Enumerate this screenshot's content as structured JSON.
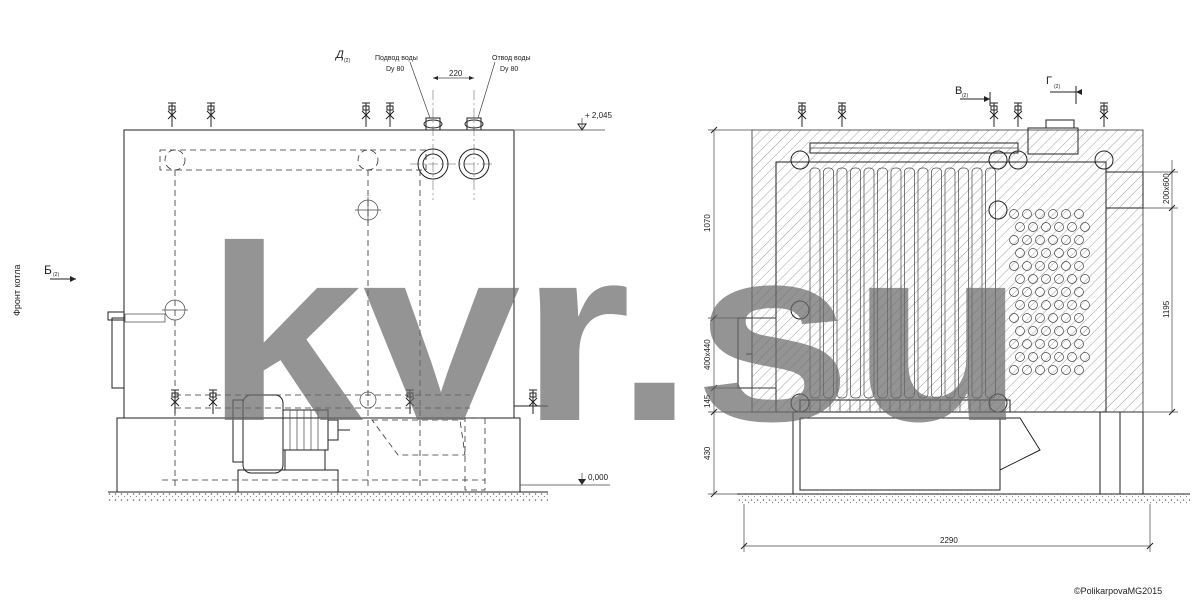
{
  "front_view": {
    "section_marker_d": "Д",
    "section_marker_d_sub": "(2)",
    "water_inlet_label": "Подвод воды",
    "water_inlet_size": "Dy 80",
    "water_outlet_label": "Отвод воды",
    "water_outlet_size": "Dy 80",
    "pipe_spacing": "220",
    "level_top": "+ 2,045",
    "level_floor": "0,000",
    "section_marker_b": "Б",
    "section_marker_b_sub": "(2)",
    "side_label": "Фронт котла"
  },
  "side_view": {
    "section_marker_v": "В",
    "section_marker_v_sub": "(2)",
    "section_marker_g": "Г",
    "section_marker_g_sub": "(2)",
    "dim_upper_height": "1070",
    "dim_door": "400x440",
    "dim_145": "145",
    "dim_430": "430",
    "dim_flue": "200x600",
    "dim_1195": "1195",
    "dim_width": "2290"
  },
  "watermark": "kvr.su",
  "copyright": "©PolikarpovaMG2015"
}
